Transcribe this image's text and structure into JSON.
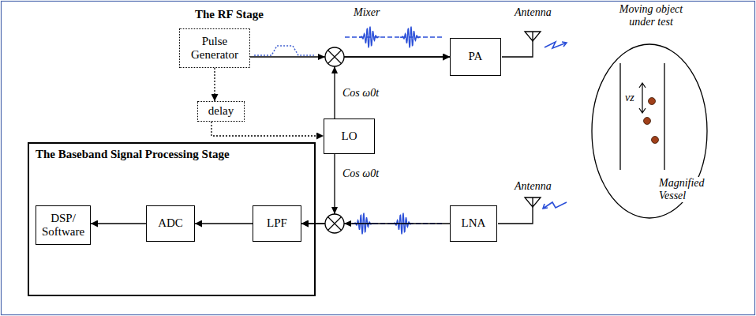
{
  "diagram": {
    "nodes": [
      {
        "text": [
          "Pulse Generator"
        ]
      },
      {
        "text": [
          "delay"
        ]
      },
      {
        "text": [
          "LO"
        ]
      },
      {
        "text": [
          "PA"
        ]
      },
      {
        "text": [
          "Moving object under test",
          "Magnified Vessel"
        ]
      },
      {
        "text": [
          "LNA"
        ]
      },
      {
        "text": [
          "The Baseband Signal Processing Stage"
        ]
      },
      {
        "text": [
          "DSP/ Software"
        ],
        "in": 6
      },
      {
        "text": [
          "ADC"
        ],
        "in": 6
      },
      {
        "text": [
          "LPF"
        ],
        "in": 6
      }
    ],
    "edges": [
      {
        "from": 0,
        "to": 1,
        "arrow": "to"
      },
      {
        "from": 1,
        "to": 2,
        "arrow": "to"
      },
      {
        "from": 0,
        "to": 3,
        "arrow": "to"
      },
      {
        "from": 2,
        "to": 3,
        "arrow": "to"
      },
      {
        "from": 2,
        "to": 9,
        "arrow": "to"
      },
      {
        "from": 5,
        "to": 9,
        "arrow": "to"
      },
      {
        "from": 9,
        "to": 8,
        "arrow": "to"
      },
      {
        "from": 8,
        "to": 7,
        "arrow": "to"
      }
    ],
    "labels": [
      "The RF Stage",
      "Mixer",
      "Antenna",
      "Cos ω0t",
      "Antenna",
      "Cos ω0t",
      "vz"
    ]
  }
}
